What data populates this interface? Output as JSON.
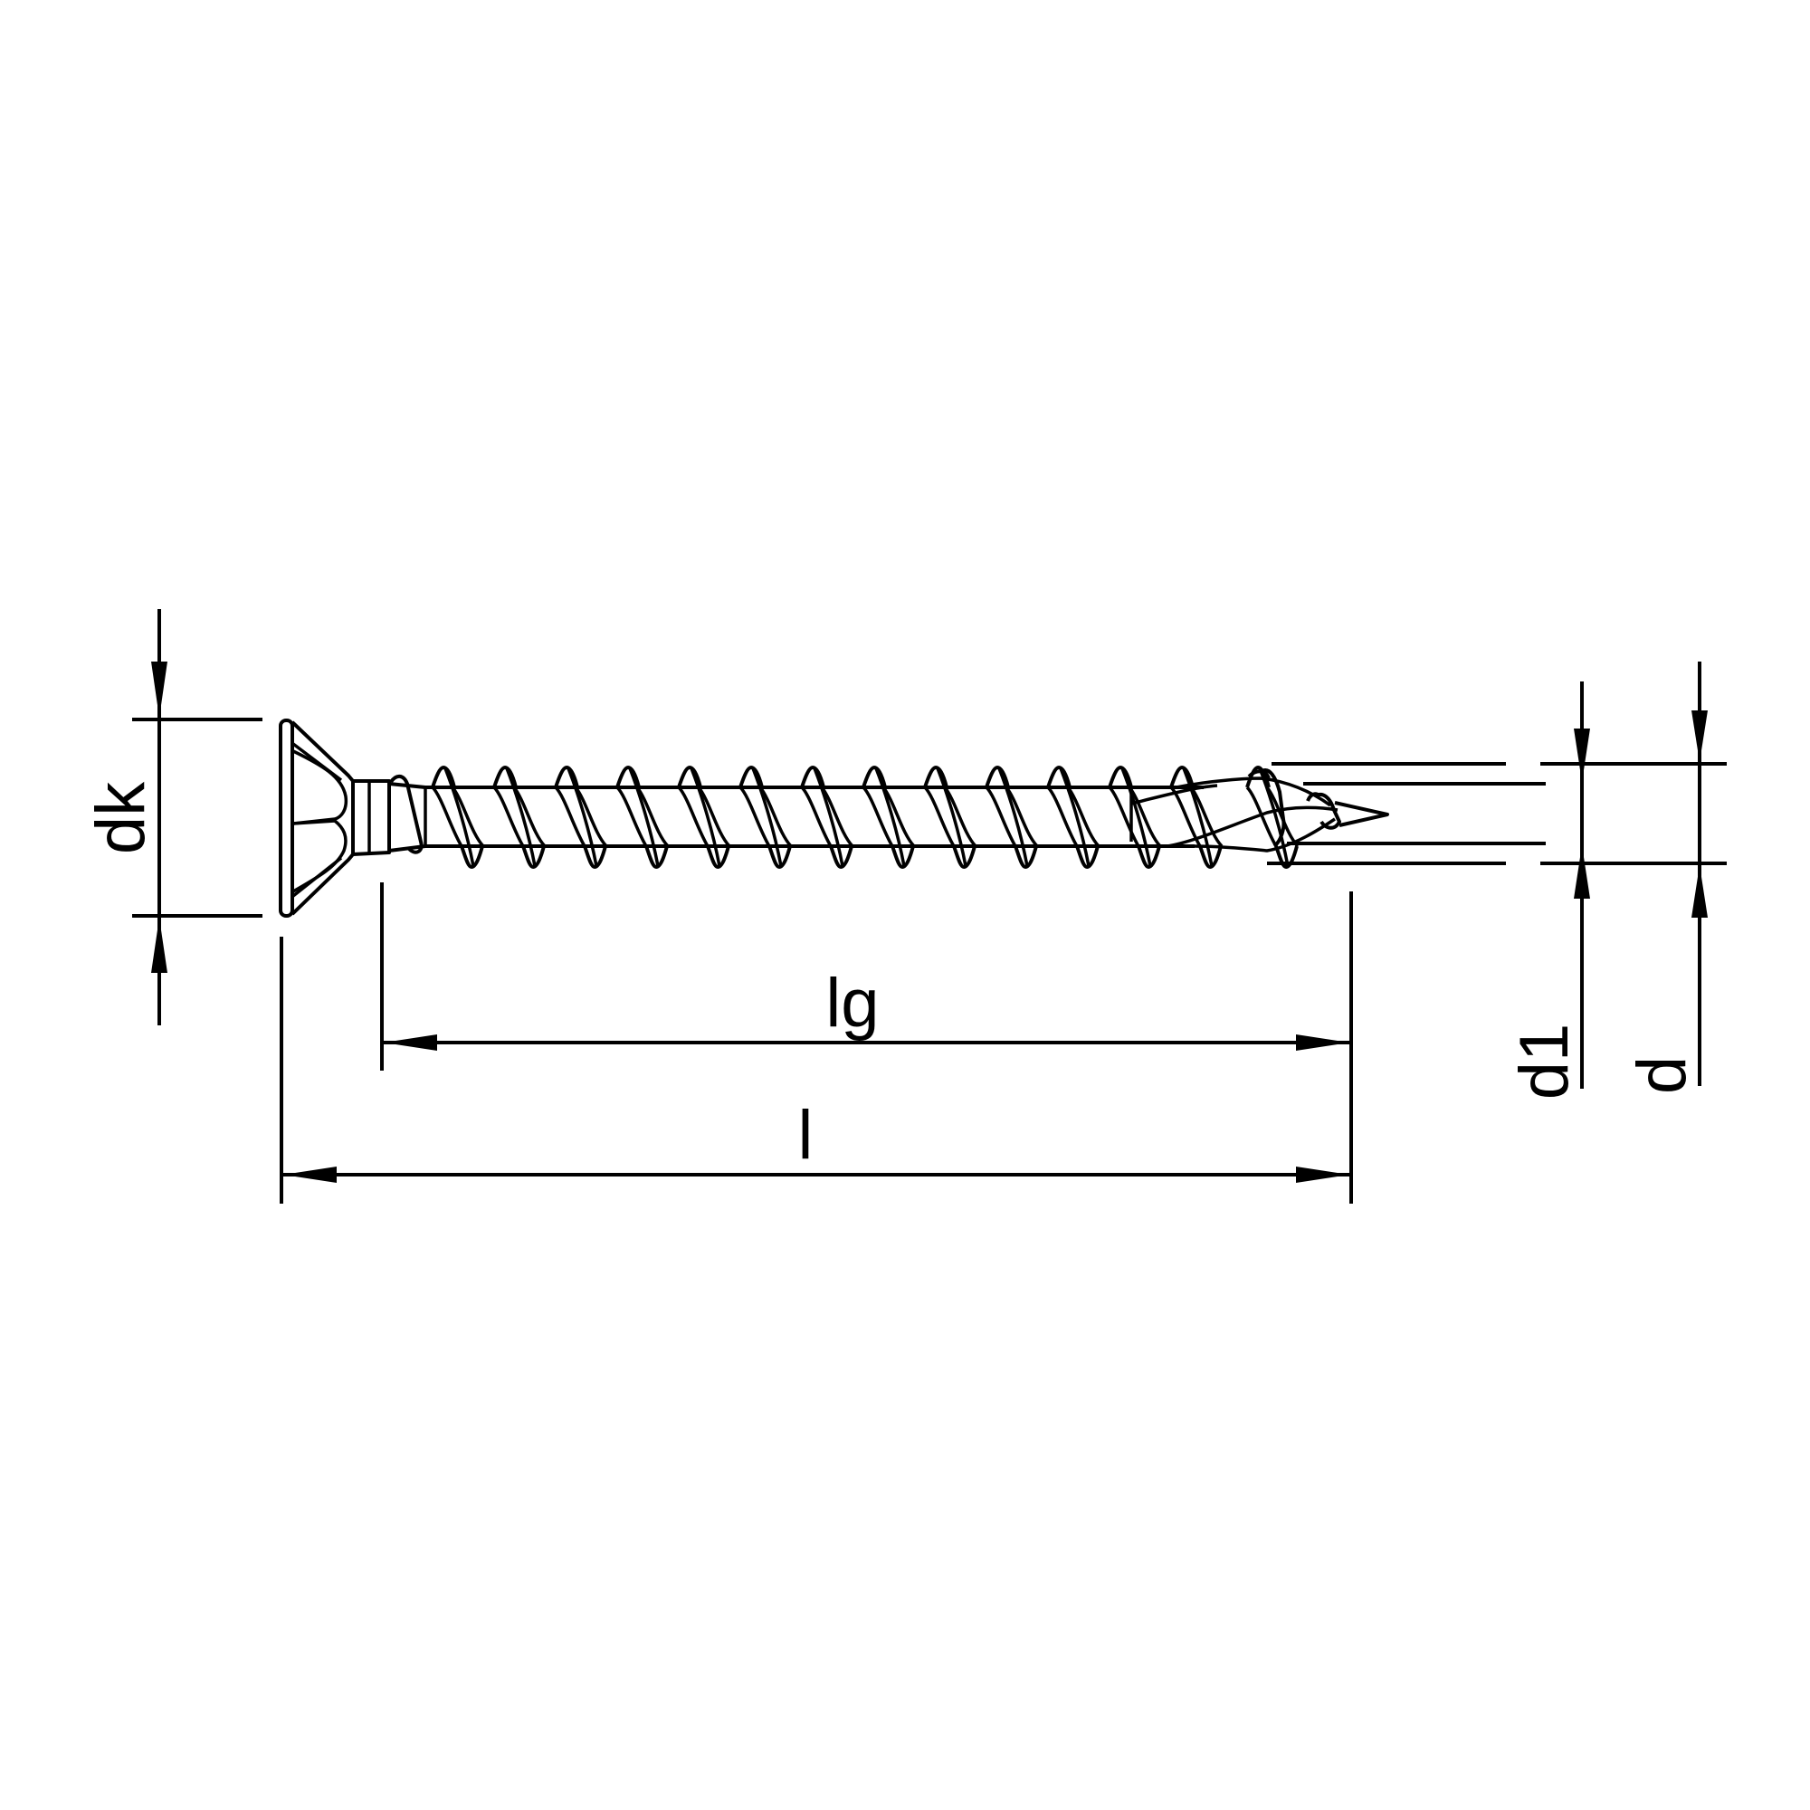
{
  "drawing": {
    "subject": "countersunk wood screw",
    "background_color": "#ffffff",
    "line_color": "#000000"
  },
  "dimensions": {
    "head_diameter": {
      "label": "dk",
      "orientation": "vertical"
    },
    "thread_length": {
      "label": "lg",
      "orientation": "horizontal"
    },
    "total_length": {
      "label": "l",
      "orientation": "horizontal"
    },
    "core_diameter": {
      "label": "d1",
      "orientation": "vertical"
    },
    "thread_diameter": {
      "label": "d",
      "orientation": "vertical"
    }
  }
}
